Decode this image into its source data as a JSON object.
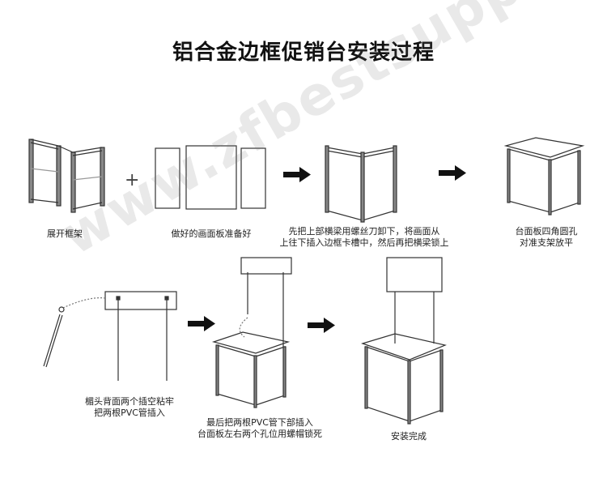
{
  "title": "铝合金边框促销台安装过程",
  "watermark": "www.zfbestsupply.com",
  "steps": [
    {
      "line1": "展开框架",
      "line2": ""
    },
    {
      "line1": "做好的画面板准备好",
      "line2": ""
    },
    {
      "line1": "先把上部横梁用螺丝刀卸下，将画面从",
      "line2": "上往下插入边框卡槽中，然后再把横梁锁上"
    },
    {
      "line1": "台面板四角圆孔",
      "line2": "对准支架放平"
    },
    {
      "line1": "楣头背面两个插空粘牢",
      "line2": "把两根PVC管插入"
    },
    {
      "line1": "最后把两根PVC管下部插入",
      "line2": "台面板左右两个孔位用螺帽锁死"
    },
    {
      "line1": "安装完成",
      "line2": ""
    }
  ],
  "symbols": {
    "plus": "+"
  }
}
